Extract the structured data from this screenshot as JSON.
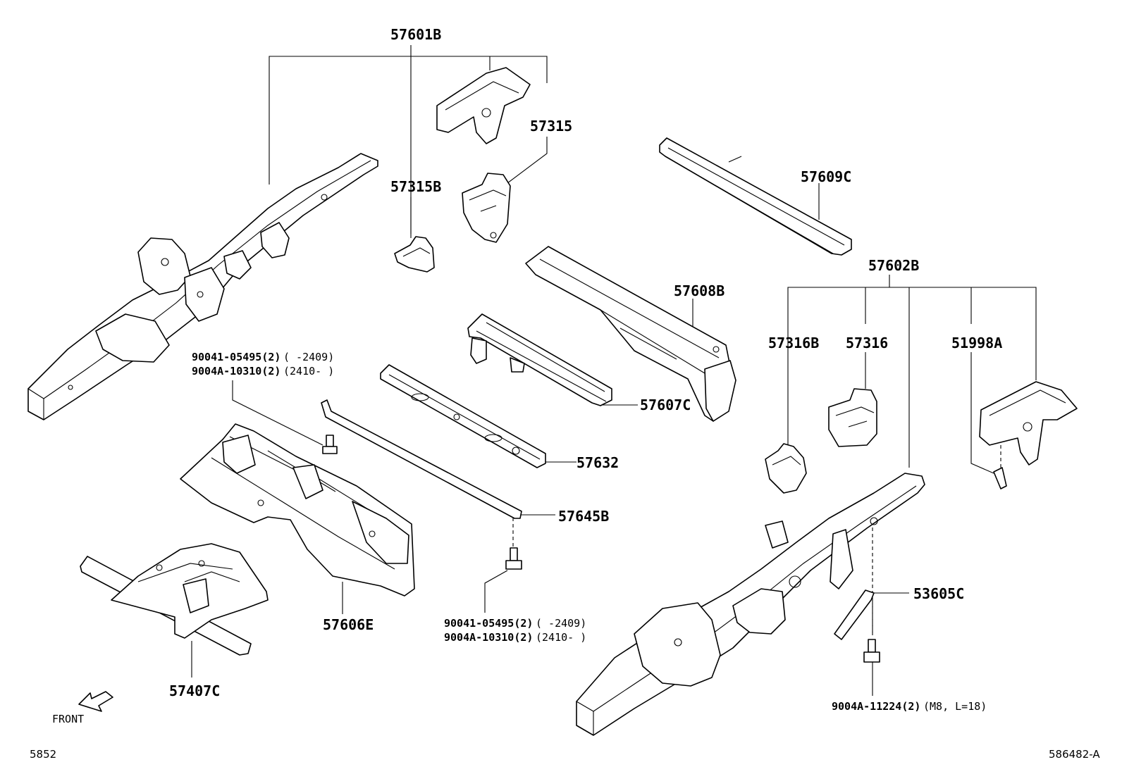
{
  "labels": {
    "p57601B": "57601B",
    "p57315": "57315",
    "p57315B": "57315B",
    "p57609C": "57609C",
    "p57602B": "57602B",
    "p57608B": "57608B",
    "p57316B": "57316B",
    "p57316": "57316",
    "p51998A": "51998A",
    "p57607C": "57607C",
    "p57632": "57632",
    "p57645B": "57645B",
    "p57606E": "57606E",
    "p57407C": "57407C",
    "p53605C": "53605C"
  },
  "bolt_callout_a": {
    "line1_part": "90041-05495(2)",
    "line1_range": "(    -2409)",
    "line2_part": "9004A-10310(2)",
    "line2_range": "(2410-     )"
  },
  "bolt_callout_b": {
    "line1_part": "90041-05495(2)",
    "line1_range": "(    -2409)",
    "line2_part": "9004A-10310(2)",
    "line2_range": "(2410-     )"
  },
  "bolt_callout_c": {
    "part": "9004A-11224(2)",
    "spec": "(M8, L=18)"
  },
  "front_label": "FRONT",
  "page_code": "5852",
  "drawing_id": "586482-A"
}
